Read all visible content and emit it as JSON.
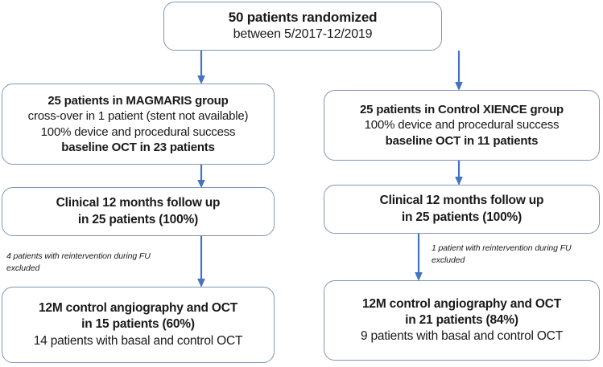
{
  "diagram": {
    "title": "CONSORT patient flow diagram",
    "accent_color": "#4472C4",
    "border_color": "#8096B4",
    "background_color": "#FFFFFF",
    "text_color": "#1A1A1A"
  },
  "top_box": {
    "line1": "50 patients randomized",
    "line2": "between 5/2017-12/2019"
  },
  "left_branch": {
    "group_box": {
      "line1": "25 patients in MAGMARIS group",
      "line2": "cross-over in 1 patient (stent not available)",
      "line3": "100% device and procedural success",
      "line4": "baseline OCT in 23 patients"
    },
    "followup_box": {
      "line1": "Clinical 12 months follow up",
      "line2": "in 25 patients (100%)"
    },
    "exclusion_note": {
      "line1": "4 patients with reintervention during FU",
      "line2": "excluded"
    },
    "final_box": {
      "line1": "12M control angiography and OCT",
      "line2": "in 15 patients (60%)",
      "line3": "14 patients with basal and control OCT"
    }
  },
  "right_branch": {
    "group_box": {
      "line1": "25 patients in Control XIENCE group",
      "line2": "100% device and procedural success",
      "line3": "baseline OCT in 11 patients"
    },
    "followup_box": {
      "line1": "Clinical 12 months follow up",
      "line2": "in 25 patients (100%)"
    },
    "exclusion_note": {
      "line1": "1 patient with reintervention during FU",
      "line2": "excluded"
    },
    "final_box": {
      "line1": "12M  control angiography and OCT",
      "line2": "in 21 patients (84%)",
      "line3": "9 patients with basal and control OCT"
    }
  }
}
